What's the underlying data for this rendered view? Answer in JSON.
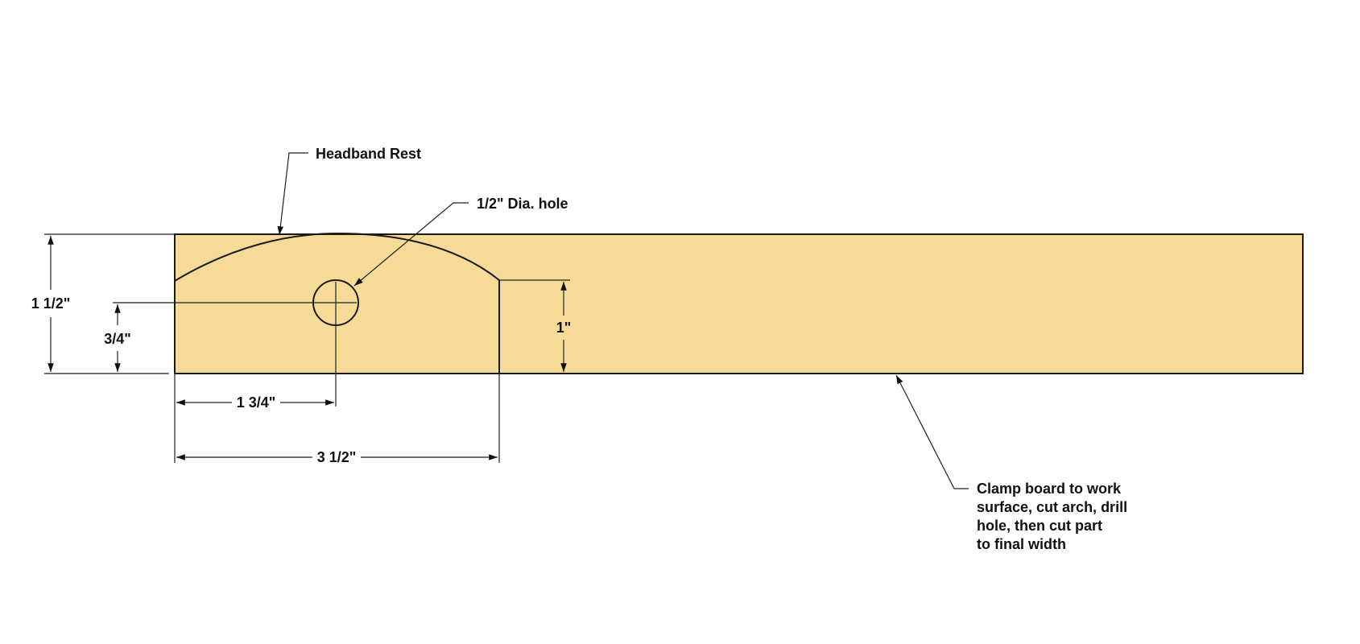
{
  "colors": {
    "board_fill": "#f6db98",
    "line": "#1a1a1a",
    "text": "#111111"
  },
  "dimensions": {
    "board_height": "1 1/2\"",
    "hole_height": "3/4\"",
    "cut_depth": "1\"",
    "hole_offset": "1 3/4\"",
    "arch_length": "3 1/2\""
  },
  "callouts": {
    "headband_rest": "Headband Rest",
    "hole_label": "1/2\" Dia. hole",
    "instructions": [
      "Clamp board to work",
      "surface, cut arch, drill",
      "hole, then cut part",
      "to final width"
    ]
  }
}
